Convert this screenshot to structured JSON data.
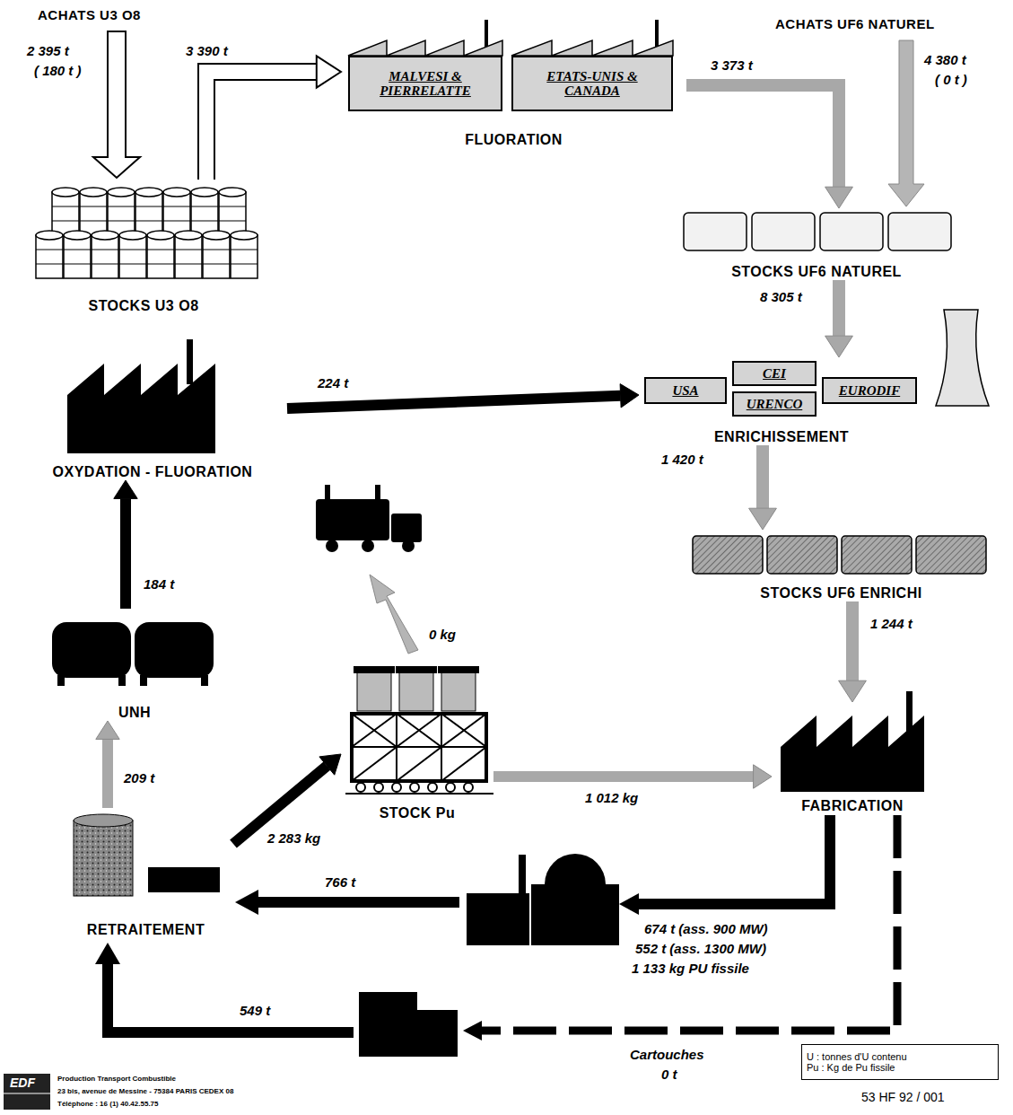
{
  "diagram": {
    "nodes": [
      {
        "text": [
          "STOCKS U3 O8"
        ]
      },
      {
        "text": [
          "FLUORATION"
        ]
      },
      {
        "text": [
          "MALVESI & PIERRELATTE"
        ],
        "in": 1
      },
      {
        "text": [
          "ETATS-UNIS & CANADA"
        ],
        "in": 1
      },
      {
        "text": [
          "STOCKS UF6 NATUREL"
        ]
      },
      {
        "text": [
          "OXYDATION - FLUORATION"
        ]
      },
      {
        "text": [
          "ENRICHISSEMENT"
        ]
      },
      {
        "text": [
          "USA"
        ],
        "in": 6
      },
      {
        "text": [
          "CEI"
        ],
        "in": 6
      },
      {
        "text": [
          "URENCO"
        ],
        "in": 6
      },
      {
        "text": [
          "EURODIF"
        ],
        "in": 6
      },
      {
        "text": [
          "STOCKS UF6 ENRICHI"
        ]
      },
      {
        "text": [
          "UNH"
        ]
      },
      {
        "text": [
          "STOCK Pu"
        ]
      },
      {
        "text": [
          "FABRICATION"
        ]
      },
      {
        "text": [
          "RETRAITEMENT"
        ]
      },
      {
        "text": [
          "U : tonnes d'U contenu",
          "Pu : Kg de Pu fissile"
        ]
      }
    ],
    "edges": [
      {
        "from": 0,
        "to": 1,
        "label": "3 390 t",
        "arrow": "to"
      },
      {
        "from": 1,
        "to": 4,
        "label": "3 373 t",
        "arrow": "to"
      },
      {
        "from": 4,
        "to": 6,
        "label": "8 305 t",
        "arrow": "to"
      },
      {
        "from": 5,
        "to": 6,
        "label": "224 t",
        "arrow": "to"
      },
      {
        "from": 6,
        "to": 11,
        "label": "1 420 t",
        "arrow": "to"
      },
      {
        "from": 11,
        "to": 14,
        "label": "1 244 t",
        "arrow": "to"
      },
      {
        "from": 15,
        "to": 12,
        "label": "209 t",
        "arrow": "to"
      },
      {
        "from": 12,
        "to": 5,
        "label": "184 t",
        "arrow": "to"
      },
      {
        "from": 15,
        "to": 13,
        "label": "2 283 kg",
        "arrow": "to"
      },
      {
        "from": 13,
        "to": 14,
        "label": "1 012 kg",
        "arrow": "to"
      }
    ],
    "labels": [
      "ACHATS U3 O8",
      "2 395 t",
      "( 180 t )",
      "ACHATS UF6 NATUREL",
      "4 380 t",
      "( 0 t )",
      "0 kg",
      "766 t",
      "674 t (ass. 900 MW)",
      "552 t (ass. 1300 MW)",
      "1 133 kg PU fissile",
      "549 t",
      "Cartouches",
      "0 t",
      "53 HF 92 / 001",
      "EDF",
      "Production Transport Combustible",
      "23 bis, avenue de Messine - 75384 PARIS CEDEX 08",
      "Téléphone : 16 (1) 40.42.55.75"
    ]
  }
}
